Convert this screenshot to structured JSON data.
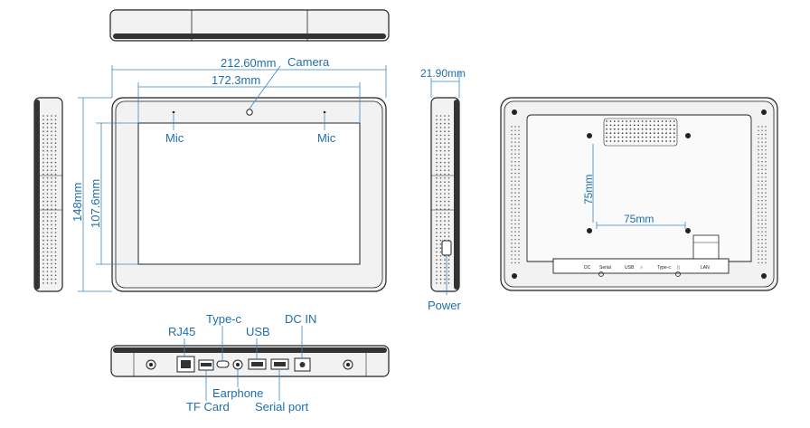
{
  "labels": {
    "width_total": "212.60mm",
    "camera": "Camera",
    "width_screen": "172.3mm",
    "mic_left": "Mic",
    "mic_right": "Mic",
    "height_total": "148mm",
    "height_screen": "107.6mm",
    "depth": "21.90mm",
    "power": "Power",
    "vesa_vertical": "75mm",
    "vesa_horizontal": "75mm",
    "rj45": "RJ45",
    "type_c": "Type-c",
    "usb": "USB",
    "dc_in": "DC IN",
    "earphone": "Earphone",
    "tf_card": "TF Card",
    "serial_port": "Serial port"
  },
  "back_port_labels": {
    "dc": "DC",
    "serial": "Serial",
    "usb": "USB",
    "earphone_symbol": "∩",
    "type_c": "Type-c",
    "tf": "▯",
    "lan": "LAN"
  },
  "colors": {
    "label_blue": "#1f6fa8",
    "dimension_line": "#3b87c4",
    "outline": "#222222",
    "body_fill": "#f2f2f2"
  }
}
